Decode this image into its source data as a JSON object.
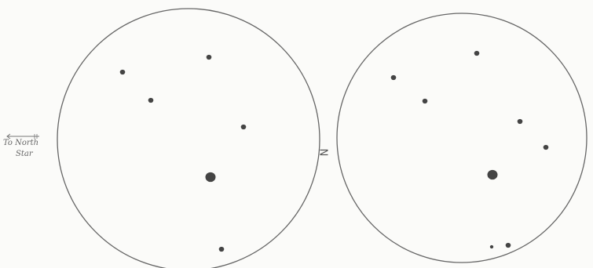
{
  "annotation": {
    "arrow_icon": "left-arrow-icon",
    "line1": "To North",
    "line2": "Star"
  },
  "center_letter": "N",
  "fields": [
    {
      "name": "left-field",
      "stars": [
        {
          "size": "small"
        },
        {
          "size": "small"
        },
        {
          "size": "small"
        },
        {
          "size": "small"
        },
        {
          "size": "large"
        },
        {
          "size": "small"
        }
      ]
    },
    {
      "name": "right-field",
      "stars": [
        {
          "size": "small"
        },
        {
          "size": "small"
        },
        {
          "size": "small"
        },
        {
          "size": "small"
        },
        {
          "size": "small"
        },
        {
          "size": "large"
        },
        {
          "size": "tiny"
        },
        {
          "size": "small"
        }
      ]
    }
  ],
  "colors": {
    "ink": "#555555",
    "paper": "#fbfbf9"
  }
}
